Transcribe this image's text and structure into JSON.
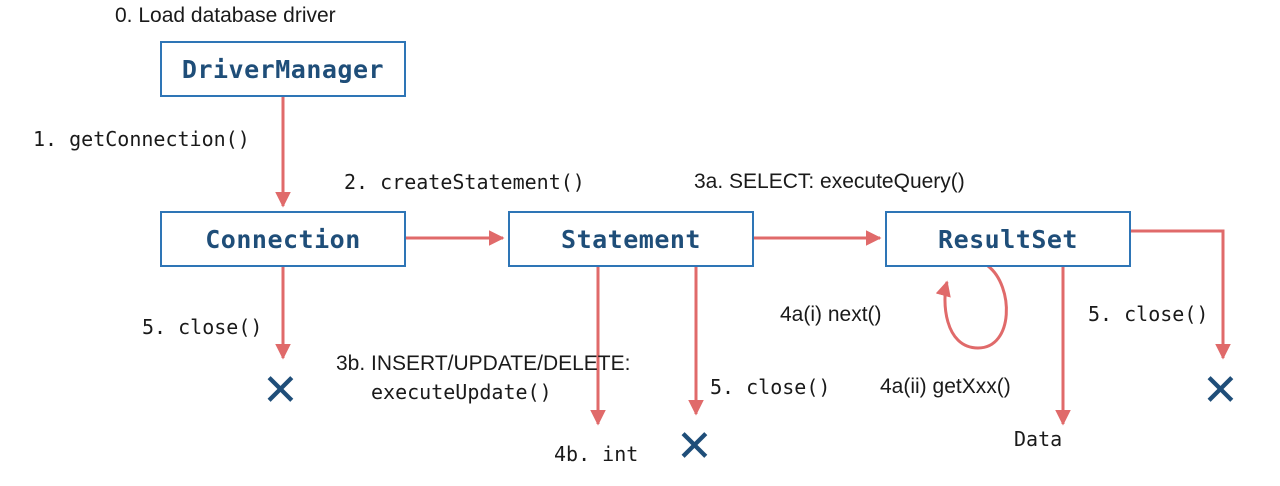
{
  "diagram": {
    "title": "0. Load database driver",
    "colors": {
      "box_border": "#2E75B6",
      "box_text": "#1F4E79",
      "arrow": "#E06A6A",
      "x_mark": "#1F4E79",
      "label_text": "#1a1a1a",
      "background": "#ffffff"
    },
    "nodes": [
      {
        "id": "driver-manager",
        "label": "DriverManager"
      },
      {
        "id": "connection",
        "label": "Connection"
      },
      {
        "id": "statement",
        "label": "Statement"
      },
      {
        "id": "result-set",
        "label": "ResultSet"
      }
    ],
    "labels": [
      {
        "id": "step-1-get-connection",
        "text": "1. getConnection()"
      },
      {
        "id": "step-2-create-statement",
        "text": "2. createStatement()"
      },
      {
        "id": "step-3a-select",
        "text": "3a. SELECT: executeQuery()"
      },
      {
        "id": "step-3b-modify-line1",
        "text": "3b. INSERT/UPDATE/DELETE:"
      },
      {
        "id": "step-3b-modify-line2",
        "text": "executeUpdate()"
      },
      {
        "id": "step-4a-i-next",
        "text": "4a(i) next()"
      },
      {
        "id": "step-4a-ii-getxxx",
        "text": "4a(ii) getXxx()"
      },
      {
        "id": "step-4b-int",
        "text": "4b. int"
      },
      {
        "id": "result-data",
        "text": "Data"
      },
      {
        "id": "close-connection",
        "text": "5. close()"
      },
      {
        "id": "close-statement",
        "text": "5. close()"
      },
      {
        "id": "close-result-set",
        "text": "5. close()"
      }
    ],
    "terminators": [
      {
        "id": "x-connection"
      },
      {
        "id": "x-statement"
      },
      {
        "id": "x-result-set"
      }
    ]
  }
}
